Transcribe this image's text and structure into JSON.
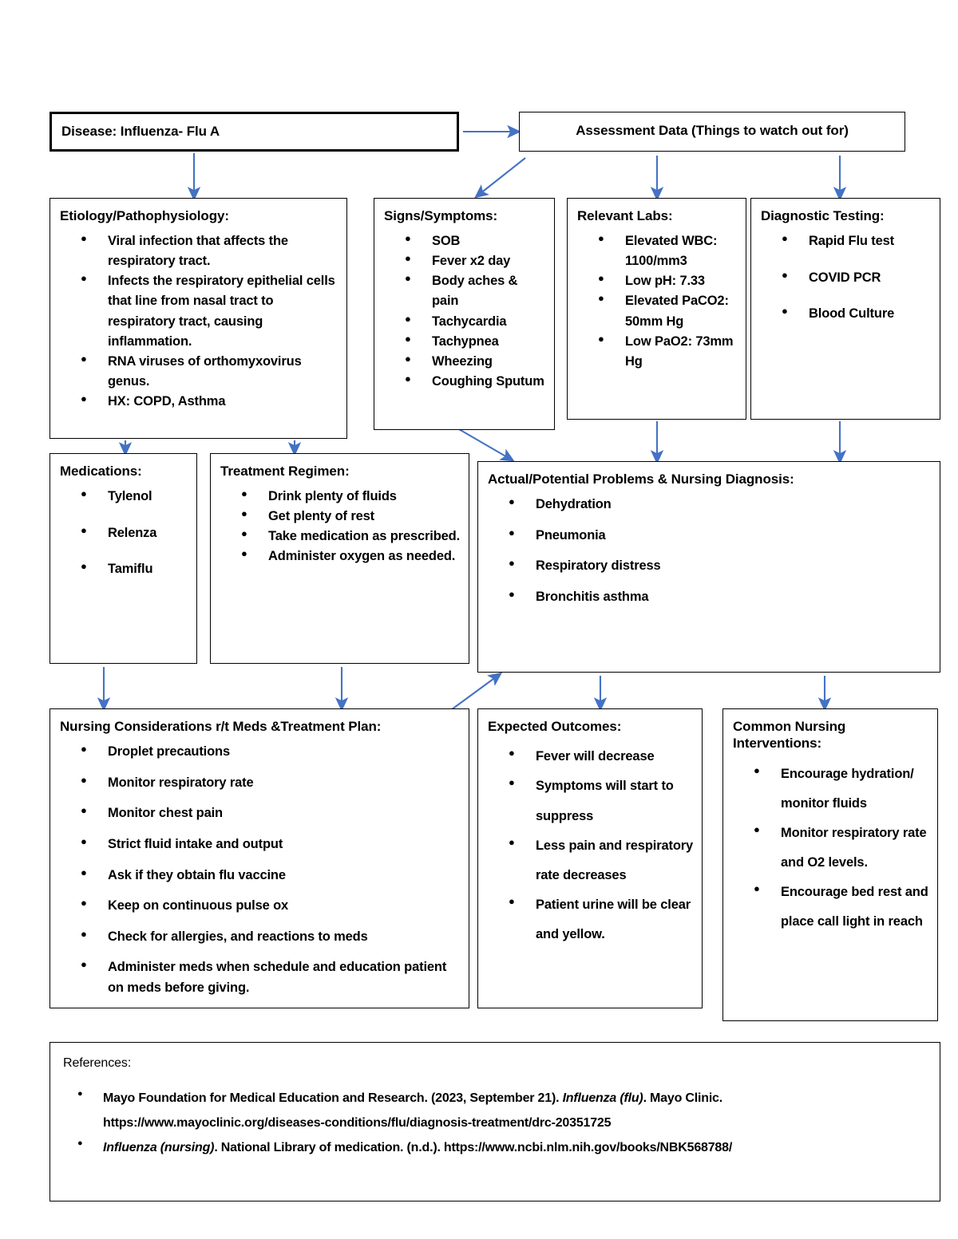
{
  "colors": {
    "arrow": "#4472C4",
    "border": "#000000",
    "background": "#FFFFFF"
  },
  "disease": {
    "title": "Disease: Influenza- Flu A"
  },
  "assessment": {
    "title": "Assessment Data (Things to watch out for)"
  },
  "etiology": {
    "title": "Etiology/Pathophysiology:",
    "items": [
      "Viral infection that affects the respiratory tract.",
      "Infects the respiratory epithelial cells that line from nasal tract to respiratory tract, causing inflammation.",
      "RNA viruses of orthomyxovirus genus.",
      "HX: COPD, Asthma"
    ]
  },
  "signs": {
    "title": "Signs/Symptoms:",
    "items": [
      "SOB",
      "Fever x2 day",
      "Body aches & pain",
      "Tachycardia",
      "Tachypnea",
      "Wheezing",
      "Coughing Sputum"
    ]
  },
  "labs": {
    "title": "Relevant Labs:",
    "items": [
      "Elevated WBC: 1100/mm3",
      "Low pH: 7.33",
      "Elevated PaCO2: 50mm Hg",
      "Low PaO2: 73mm Hg"
    ]
  },
  "diagnostic": {
    "title": "Diagnostic Testing:",
    "items": [
      "Rapid Flu test",
      "COVID PCR",
      "Blood Culture"
    ]
  },
  "medications": {
    "title": "Medications:",
    "items": [
      "Tylenol",
      "Relenza",
      "Tamiflu"
    ]
  },
  "treatment": {
    "title": "Treatment Regimen:",
    "items": [
      "Drink plenty of fluids",
      "Get plenty of rest",
      "Take medication as prescribed.",
      "Administer oxygen as needed."
    ]
  },
  "problems": {
    "title": "Actual/Potential Problems & Nursing Diagnosis:",
    "items": [
      "Dehydration",
      "Pneumonia",
      "Respiratory distress",
      "Bronchitis asthma"
    ]
  },
  "considerations": {
    "title": "Nursing Considerations r/t Meds &Treatment Plan:",
    "items": [
      "Droplet precautions",
      "Monitor respiratory rate",
      "Monitor chest pain",
      "Strict fluid intake and output",
      " Ask if they obtain flu vaccine",
      "Keep on continuous pulse ox",
      "Check for allergies, and reactions to meds",
      "Administer meds when schedule and education patient on meds before giving."
    ]
  },
  "outcomes": {
    "title": "Expected Outcomes:",
    "items": [
      "Fever will decrease",
      "Symptoms will start to suppress",
      "Less pain and respiratory rate decreases",
      "Patient urine will be clear and yellow."
    ]
  },
  "interventions": {
    "title": "Common Nursing Interventions:",
    "items": [
      "Encourage hydration/ monitor fluids",
      "Monitor respiratory rate and O2 levels.",
      "Encourage bed rest and place call light in reach"
    ]
  },
  "references": {
    "title": "References:",
    "items": [
      {
        "pre": "Mayo Foundation for Medical Education and Research. (2023, September 21). ",
        "italic": "Influenza (flu)",
        "post": ". Mayo Clinic. https://www.mayoclinic.org/diseases-conditions/flu/diagnosis-treatment/drc-20351725"
      },
      {
        "pre": "",
        "italic": "Influenza (nursing)",
        "post": ". National Library of medication. (n.d.). https://www.ncbi.nlm.nih.gov/books/NBK568788/"
      }
    ]
  }
}
